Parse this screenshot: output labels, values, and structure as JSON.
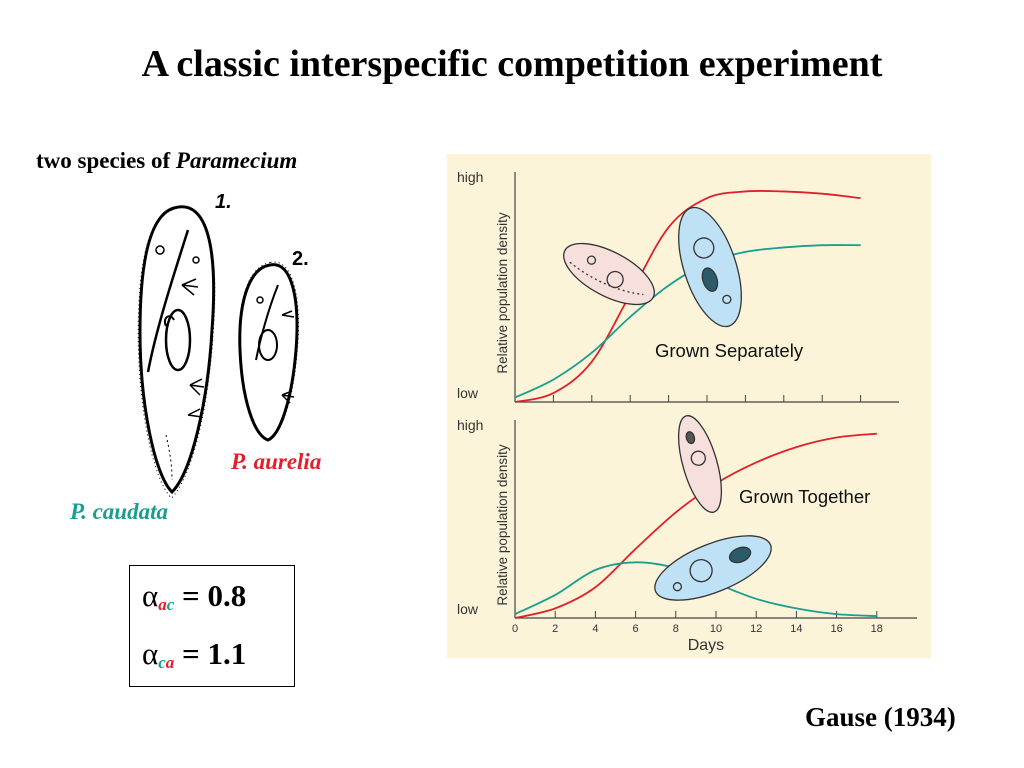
{
  "slide": {
    "title": "A classic interspecific competition experiment",
    "subtitle_prefix": "two species of ",
    "subtitle_genus": "Paramecium",
    "drawing_number_1": "1.",
    "drawing_number_2": "2.",
    "species_1_label": "P. caudata",
    "species_2_label": "P. aurelia",
    "alpha_symbol": "α",
    "alpha_ac_sub_a": "a",
    "alpha_ac_sub_b": "c",
    "alpha_ac_value": " = 0.8",
    "alpha_ca_sub_a": "c",
    "alpha_ca_sub_b": "a",
    "alpha_ca_value": " = 1.1",
    "citation": "Gause (1934)"
  },
  "colors": {
    "aurelia": "#e0202a",
    "caudata": "#1a9e8f",
    "chart_bg": "#fbf4d8",
    "paramecium_pink": "#f7dfdc",
    "paramecium_blue": "#bfe1f6"
  },
  "chart_data": [
    {
      "type": "line",
      "panel_label": "Grown Separately",
      "ylabel": "Relative population density",
      "y_high_label": "high",
      "y_low_label": "low",
      "xlim": [
        0,
        20
      ],
      "ylim": [
        0,
        1
      ],
      "series": [
        {
          "color": "#e0202a",
          "x": [
            0,
            2,
            4,
            6,
            8,
            10,
            12,
            14,
            16,
            18
          ],
          "y": [
            0.0,
            0.04,
            0.18,
            0.48,
            0.78,
            0.91,
            0.94,
            0.94,
            0.93,
            0.91
          ]
        },
        {
          "color": "#1a9e8f",
          "x": [
            0,
            2,
            4,
            6,
            8,
            10,
            12,
            14,
            16,
            18
          ],
          "y": [
            0.02,
            0.1,
            0.22,
            0.38,
            0.52,
            0.62,
            0.67,
            0.69,
            0.7,
            0.7
          ]
        }
      ]
    },
    {
      "type": "line",
      "panel_label": "Grown Together",
      "ylabel": "Relative population density",
      "y_high_label": "high",
      "y_low_label": "low",
      "xlabel": "Days",
      "xticks": [
        0,
        2,
        4,
        6,
        8,
        10,
        12,
        14,
        16,
        18
      ],
      "xlim": [
        0,
        20
      ],
      "ylim": [
        0,
        1
      ],
      "series": [
        {
          "color": "#e0202a",
          "x": [
            0,
            2,
            4,
            6,
            8,
            10,
            12,
            14,
            16,
            18
          ],
          "y": [
            0.0,
            0.05,
            0.16,
            0.36,
            0.55,
            0.7,
            0.81,
            0.89,
            0.94,
            0.96
          ]
        },
        {
          "color": "#1a9e8f",
          "x": [
            0,
            2,
            4,
            6,
            8,
            10,
            12,
            14,
            16,
            18
          ],
          "y": [
            0.02,
            0.12,
            0.25,
            0.29,
            0.26,
            0.18,
            0.1,
            0.05,
            0.02,
            0.01
          ]
        }
      ]
    }
  ]
}
